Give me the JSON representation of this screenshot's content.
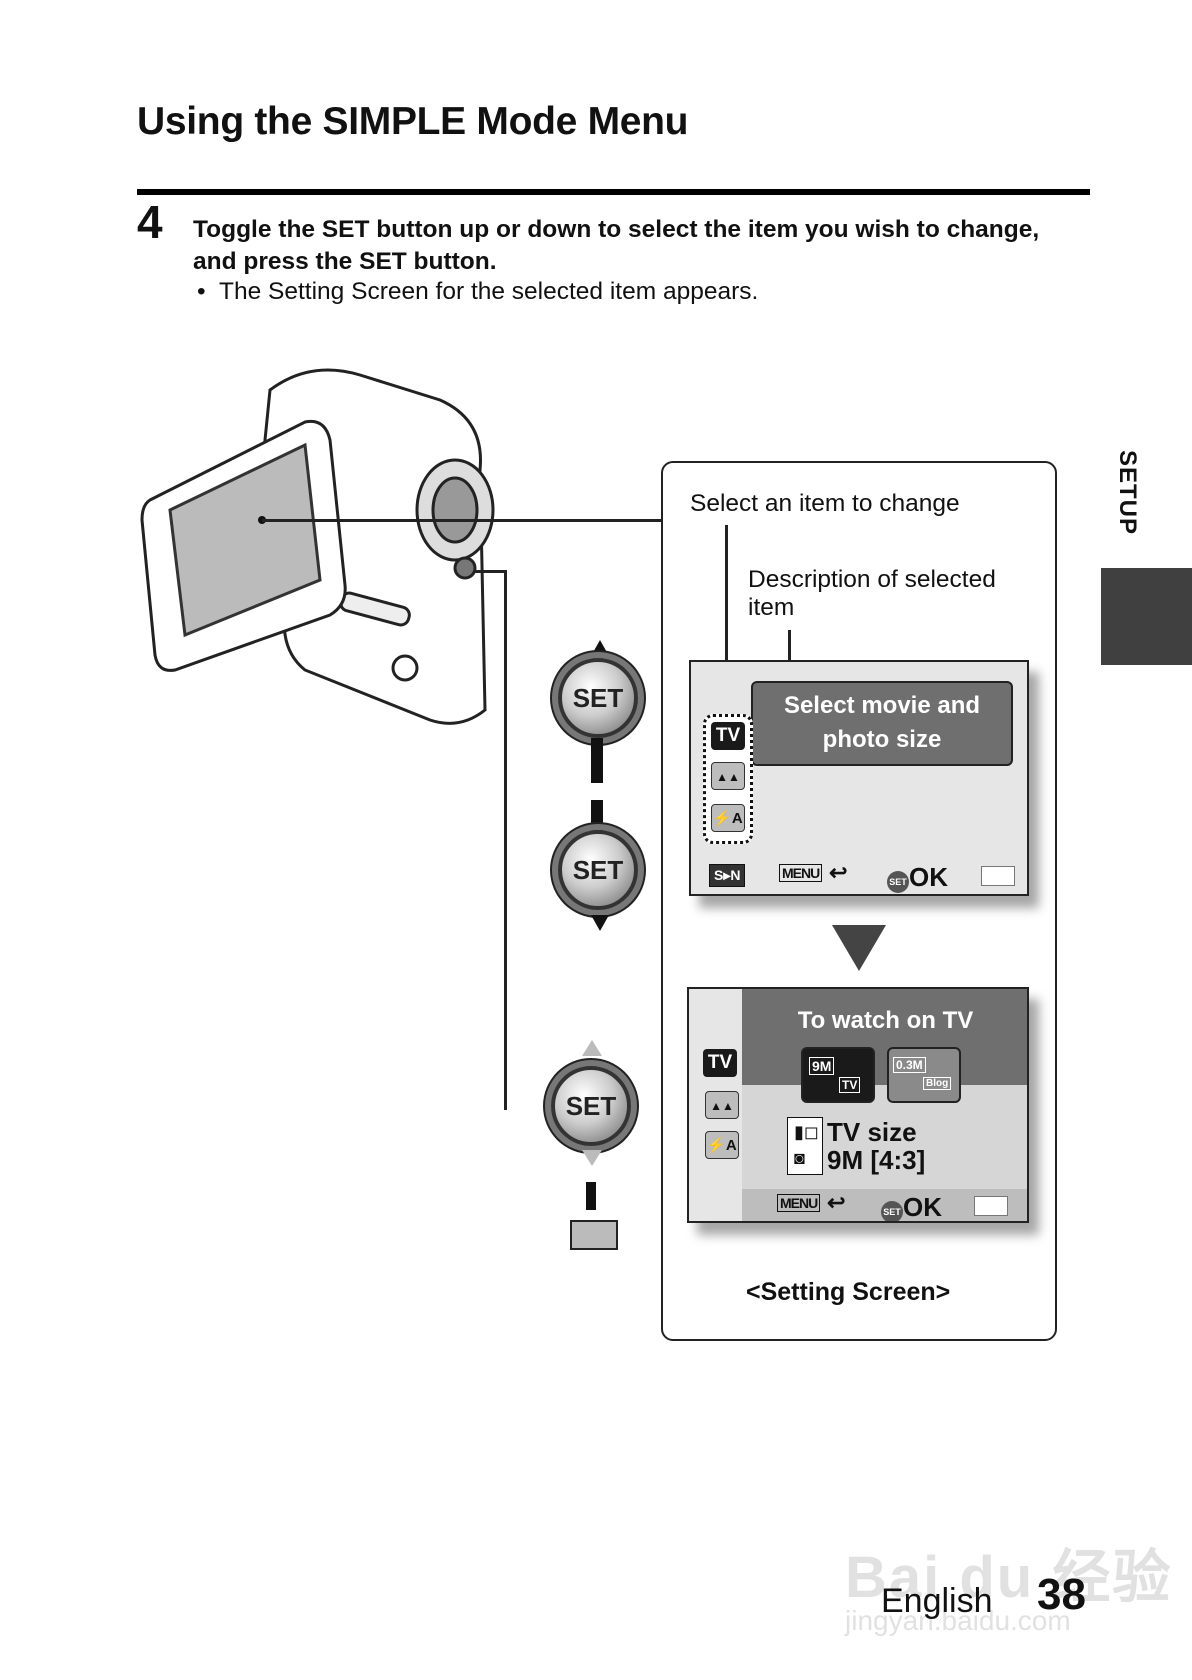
{
  "page": {
    "title": "Using the SIMPLE Mode Menu",
    "section_tab": "SETUP",
    "footer_language": "English",
    "page_number": "38",
    "watermark": "Bai du 经验",
    "watermark_url": "jingyan.baidu.com"
  },
  "step": {
    "number": "4",
    "instruction": "Toggle the SET button up or down to select the item you wish to change, and press the SET button.",
    "bullet": "The Setting Screen for the selected item appears."
  },
  "callout": {
    "label_select": "Select an item to change",
    "label_description": "Description of selected item",
    "caption": "<Setting Screen>"
  },
  "controls": {
    "set_label": "SET"
  },
  "menu_screen": {
    "description": "Select movie and photo size",
    "items": [
      {
        "label": "TV",
        "icon": "tv-icon",
        "selected": true
      },
      {
        "label": "▲▲",
        "icon": "scene-icon",
        "selected": false
      },
      {
        "label": "⚡A",
        "icon": "flash-auto-icon",
        "selected": false
      }
    ],
    "mode_badge": "S▸N",
    "menu_label": "MENU",
    "back_symbol": "↩",
    "set_label": "SET",
    "ok_label": "OK"
  },
  "setting_screen": {
    "title": "To watch on TV",
    "options": [
      {
        "size": "9M",
        "tag": "TV",
        "selected": true
      },
      {
        "size": "0.3M",
        "tag": "Blog",
        "selected": false
      }
    ],
    "movie_value": "TV size",
    "photo_value": "9M [4:3]",
    "menu_label": "MENU",
    "back_symbol": "↩",
    "set_label": "SET",
    "ok_label": "OK"
  }
}
